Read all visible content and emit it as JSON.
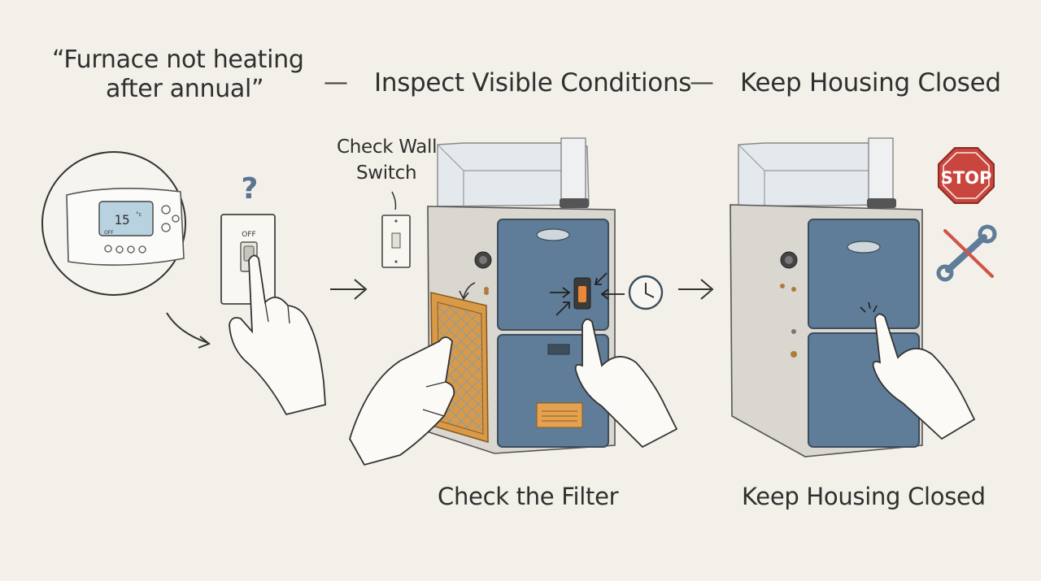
{
  "header": {
    "quote_line1": "“Furnace not heating",
    "quote_line2": "after annual”",
    "separator": "—",
    "step2_title": "Inspect Visible Conditions",
    "step3_title": "Keep Housing Closed"
  },
  "thermostat": {
    "display_temp": "15",
    "display_unit": "°c",
    "mode_label": "OFF",
    "icon": "thermostat-icon"
  },
  "wall_switch": {
    "label": "OFF",
    "question_mark": "?"
  },
  "check_wall_switch": {
    "line1": "Check Wall",
    "line2": "Switch"
  },
  "captions": {
    "filter": "Check the Filter",
    "closed": "Keep Housing Closed"
  },
  "stop_sign": {
    "text": "STOP",
    "color": "#c9463e"
  },
  "icons": {
    "clock": "clock-icon",
    "wrench_crossed": "no-tools-icon",
    "arrow": "arrow-right-icon"
  },
  "colors": {
    "furnace_panel": "#5f7d98",
    "filter_frame": "#d99a48",
    "cabinet": "#dad7d0",
    "background": "#f3f0e9"
  }
}
